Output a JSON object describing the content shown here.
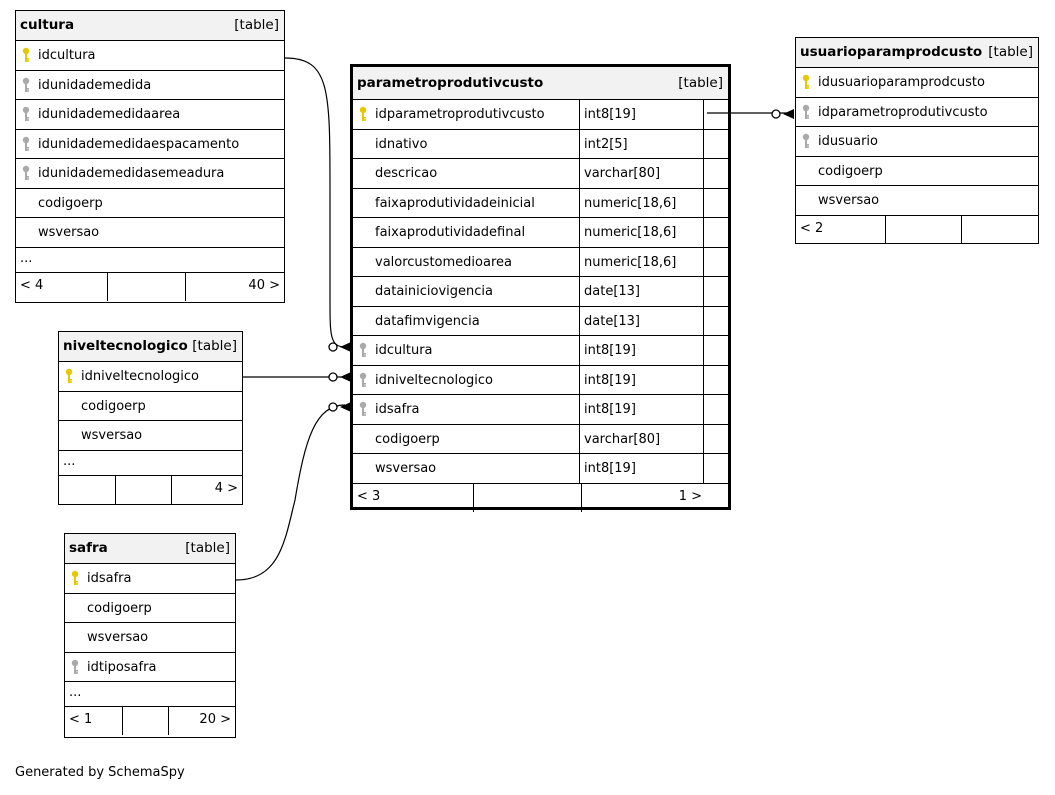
{
  "generated_by": "Generated by SchemaSpy",
  "tables": {
    "cultura": {
      "name": "cultura",
      "tag": "[table]",
      "columns": [
        {
          "name": "idcultura",
          "key": "primary"
        },
        {
          "name": "idunidademedida",
          "key": "foreign"
        },
        {
          "name": "idunidademedidaarea",
          "key": "foreign"
        },
        {
          "name": "idunidademedidaespacamento",
          "key": "foreign"
        },
        {
          "name": "idunidademedidasemeadura",
          "key": "foreign"
        },
        {
          "name": "codigoerp",
          "key": ""
        },
        {
          "name": "wsversao",
          "key": ""
        }
      ],
      "more": "...",
      "footer": {
        "left": "< 4",
        "right": "40 >"
      }
    },
    "niveltecnologico": {
      "name": "niveltecnologico",
      "tag": "[table]",
      "columns": [
        {
          "name": "idniveltecnologico",
          "key": "primary"
        },
        {
          "name": "codigoerp",
          "key": ""
        },
        {
          "name": "wsversao",
          "key": ""
        }
      ],
      "more": "...",
      "footer": {
        "left": "",
        "right": "4 >"
      }
    },
    "safra": {
      "name": "safra",
      "tag": "[table]",
      "columns": [
        {
          "name": "idsafra",
          "key": "primary"
        },
        {
          "name": "codigoerp",
          "key": ""
        },
        {
          "name": "wsversao",
          "key": ""
        },
        {
          "name": "idtiposafra",
          "key": "foreign"
        }
      ],
      "more": "...",
      "footer": {
        "left": "< 1",
        "right": "20 >"
      }
    },
    "parametroprodutivcusto": {
      "name": "parametroprodutivcusto",
      "tag": "[table]",
      "columns": [
        {
          "name": "idparametroprodutivcusto",
          "type": "int8[19]",
          "key": "primary"
        },
        {
          "name": "idnativo",
          "type": "int2[5]",
          "key": ""
        },
        {
          "name": "descricao",
          "type": "varchar[80]",
          "key": ""
        },
        {
          "name": "faixaprodutividadeinicial",
          "type": "numeric[18,6]",
          "key": ""
        },
        {
          "name": "faixaprodutividadefinal",
          "type": "numeric[18,6]",
          "key": ""
        },
        {
          "name": "valorcustomedioarea",
          "type": "numeric[18,6]",
          "key": ""
        },
        {
          "name": "datainiciovigencia",
          "type": "date[13]",
          "key": ""
        },
        {
          "name": "datafimvigencia",
          "type": "date[13]",
          "key": ""
        },
        {
          "name": "idcultura",
          "type": "int8[19]",
          "key": "foreign"
        },
        {
          "name": "idniveltecnologico",
          "type": "int8[19]",
          "key": "foreign"
        },
        {
          "name": "idsafra",
          "type": "int8[19]",
          "key": "foreign"
        },
        {
          "name": "codigoerp",
          "type": "varchar[80]",
          "key": ""
        },
        {
          "name": "wsversao",
          "type": "int8[19]",
          "key": ""
        }
      ],
      "footer": {
        "left": "< 3",
        "right": "1 >"
      }
    },
    "usuarioparamprodcusto": {
      "name": "usuarioparamprodcusto",
      "tag": "[table]",
      "columns": [
        {
          "name": "idusuarioparamprodcusto",
          "key": "primary"
        },
        {
          "name": "idparametroprodutivcusto",
          "key": "foreign"
        },
        {
          "name": "idusuario",
          "key": "foreign"
        },
        {
          "name": "codigoerp",
          "key": ""
        },
        {
          "name": "wsversao",
          "key": ""
        }
      ],
      "footer": {
        "left": "< 2",
        "right": ""
      }
    }
  },
  "colors": {
    "primary_key": "#e6c800",
    "foreign_key": "#a9a9a9",
    "header_bg": "#f2f2f2",
    "border": "#000000"
  }
}
